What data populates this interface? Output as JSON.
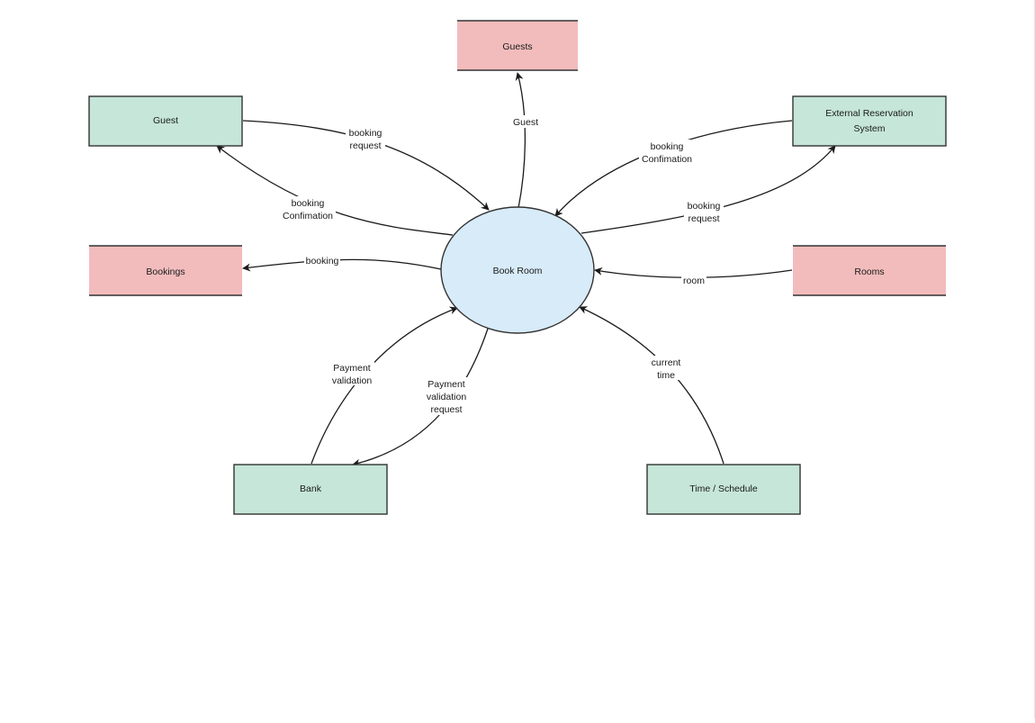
{
  "diagram": {
    "process": {
      "label": "Book Room",
      "fill": "#d7ebf9"
    },
    "colors": {
      "external_entity_fill": "#c5e6d8",
      "data_store_fill": "#f2bcbc",
      "stroke": "#333333"
    },
    "external_entities": [
      {
        "id": "guest",
        "label_lines": [
          "Guest"
        ]
      },
      {
        "id": "external-reservation-system",
        "label_lines": [
          "External Reservation",
          "System"
        ]
      },
      {
        "id": "bank",
        "label_lines": [
          "Bank"
        ]
      },
      {
        "id": "time-schedule",
        "label_lines": [
          "Time / Schedule"
        ]
      }
    ],
    "data_stores": [
      {
        "id": "guests",
        "label_lines": [
          "Guests"
        ]
      },
      {
        "id": "bookings",
        "label_lines": [
          "Bookings"
        ]
      },
      {
        "id": "rooms",
        "label_lines": [
          "Rooms"
        ]
      }
    ],
    "flows": [
      {
        "id": "guest-booking-request",
        "from": "guest",
        "to": "book-room",
        "label_lines": [
          "booking",
          "request"
        ]
      },
      {
        "id": "guest-booking-confirmation",
        "from": "book-room",
        "to": "guest",
        "label_lines": [
          "booking",
          "Confimation"
        ]
      },
      {
        "id": "guests-store",
        "from": "book-room",
        "to": "guests",
        "label_lines": [
          "Guest"
        ]
      },
      {
        "id": "ext-booking-confirmation",
        "from": "external-reservation-system",
        "to": "book-room",
        "label_lines": [
          "booking",
          "Confimation"
        ]
      },
      {
        "id": "ext-booking-request",
        "from": "book-room",
        "to": "external-reservation-system",
        "label_lines": [
          "booking",
          "request"
        ]
      },
      {
        "id": "bookings-store",
        "from": "book-room",
        "to": "bookings",
        "label_lines": [
          "booking"
        ]
      },
      {
        "id": "rooms-store",
        "from": "rooms",
        "to": "book-room",
        "label_lines": [
          "room"
        ]
      },
      {
        "id": "bank-payment-validation",
        "from": "bank",
        "to": "book-room",
        "label_lines": [
          "Payment",
          "validation"
        ]
      },
      {
        "id": "bank-payment-validation-request",
        "from": "book-room",
        "to": "bank",
        "label_lines": [
          "Payment",
          "validation",
          "request"
        ]
      },
      {
        "id": "time-current-time",
        "from": "time-schedule",
        "to": "book-room",
        "label_lines": [
          "current",
          "time"
        ]
      }
    ]
  }
}
